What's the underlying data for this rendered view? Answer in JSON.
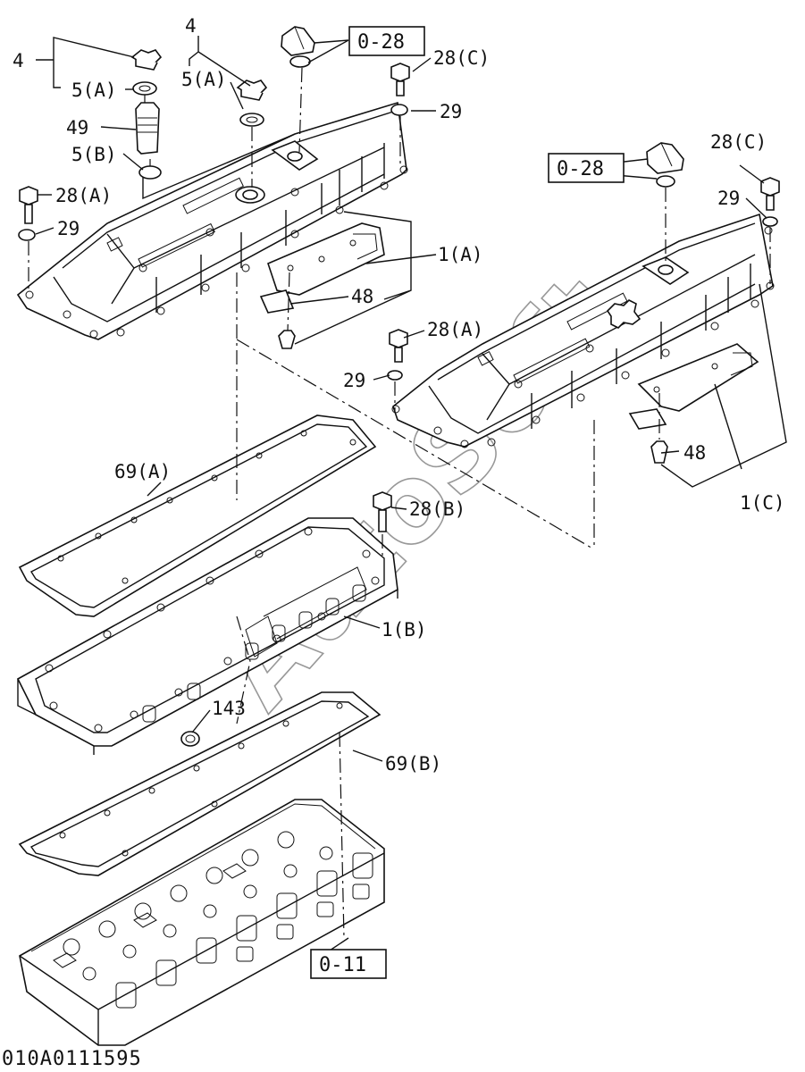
{
  "diagram": {
    "callouts": {
      "c4a": "4",
      "c4b": "4",
      "c5a_left": "5(A)",
      "c5a_right": "5(A)",
      "c49": "49",
      "c5b": "5(B)",
      "c28a_left": "28(A)",
      "c29_left": "29",
      "c28c_top": "28(C)",
      "c29_top": "29",
      "c28c_right": "28(C)",
      "c29_right": "29",
      "c1a": "1(A)",
      "c48_left": "48",
      "c28a_mid": "28(A)",
      "c29_mid": "29",
      "c48_right": "48",
      "c1c": "1(C)",
      "c69a": "69(A)",
      "c28b": "28(B)",
      "c1b": "1(B)",
      "c143": "143",
      "c69b": "69(B)"
    },
    "refs": {
      "ref_top": "0-28",
      "ref_right": "0-28",
      "ref_bottom": "0-11"
    },
    "drawing_code": "010A0111595",
    "watermark": "AutoSoft"
  },
  "icons": {
    "valve_cover": "valve-cover-icon",
    "gasket": "gasket-icon",
    "cylinder_head": "cylinder-head-icon",
    "bolt": "bolt-icon",
    "washer": "washer-icon",
    "oil_cap": "oil-filler-cap-icon",
    "breather": "breather-valve-icon",
    "baffle": "baffle-plate-icon"
  }
}
